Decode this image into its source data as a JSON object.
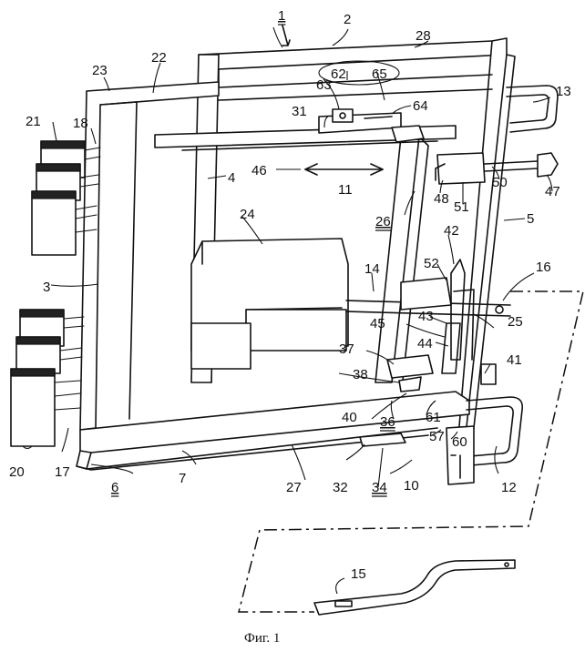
{
  "figure": {
    "caption": "Фиг. 1",
    "motion_arrow_label": "11"
  },
  "labels": [
    {
      "id": "1",
      "text": "1",
      "underline": true
    },
    {
      "id": "2",
      "text": "2",
      "underline": false
    },
    {
      "id": "3",
      "text": "3",
      "underline": false
    },
    {
      "id": "4",
      "text": "4",
      "underline": false
    },
    {
      "id": "5",
      "text": "5",
      "underline": false
    },
    {
      "id": "6",
      "text": "6",
      "underline": true
    },
    {
      "id": "7",
      "text": "7",
      "underline": false
    },
    {
      "id": "10",
      "text": "10",
      "underline": false
    },
    {
      "id": "12",
      "text": "12",
      "underline": false
    },
    {
      "id": "13",
      "text": "13",
      "underline": false
    },
    {
      "id": "14",
      "text": "14",
      "underline": false
    },
    {
      "id": "15",
      "text": "15",
      "underline": false
    },
    {
      "id": "16",
      "text": "16",
      "underline": false
    },
    {
      "id": "17",
      "text": "17",
      "underline": false
    },
    {
      "id": "18",
      "text": "18",
      "underline": false
    },
    {
      "id": "20",
      "text": "20",
      "underline": false
    },
    {
      "id": "21",
      "text": "21",
      "underline": false
    },
    {
      "id": "22",
      "text": "22",
      "underline": false
    },
    {
      "id": "23",
      "text": "23",
      "underline": false
    },
    {
      "id": "24",
      "text": "24",
      "underline": false
    },
    {
      "id": "25",
      "text": "25",
      "underline": false
    },
    {
      "id": "26",
      "text": "26",
      "underline": true
    },
    {
      "id": "27",
      "text": "27",
      "underline": false
    },
    {
      "id": "28",
      "text": "28",
      "underline": false
    },
    {
      "id": "31",
      "text": "31",
      "underline": false
    },
    {
      "id": "32",
      "text": "32",
      "underline": false
    },
    {
      "id": "34",
      "text": "34",
      "underline": true
    },
    {
      "id": "36",
      "text": "36",
      "underline": true
    },
    {
      "id": "37",
      "text": "37",
      "underline": false
    },
    {
      "id": "38",
      "text": "38",
      "underline": false
    },
    {
      "id": "40",
      "text": "40",
      "underline": false
    },
    {
      "id": "41",
      "text": "41",
      "underline": false
    },
    {
      "id": "42",
      "text": "42",
      "underline": false
    },
    {
      "id": "43",
      "text": "43",
      "underline": false
    },
    {
      "id": "44",
      "text": "44",
      "underline": false
    },
    {
      "id": "45",
      "text": "45",
      "underline": false
    },
    {
      "id": "46",
      "text": "46",
      "underline": false
    },
    {
      "id": "47",
      "text": "47",
      "underline": false
    },
    {
      "id": "48",
      "text": "48",
      "underline": false
    },
    {
      "id": "50",
      "text": "50",
      "underline": false
    },
    {
      "id": "51",
      "text": "51",
      "underline": false
    },
    {
      "id": "52",
      "text": "52",
      "underline": false
    },
    {
      "id": "57",
      "text": "57",
      "underline": false
    },
    {
      "id": "60",
      "text": "60",
      "underline": false
    },
    {
      "id": "61",
      "text": "61",
      "underline": false
    },
    {
      "id": "62",
      "text": "62",
      "underline": false
    },
    {
      "id": "63",
      "text": "63",
      "underline": false
    },
    {
      "id": "64",
      "text": "64",
      "underline": false
    },
    {
      "id": "65",
      "text": "65",
      "underline": false
    }
  ]
}
